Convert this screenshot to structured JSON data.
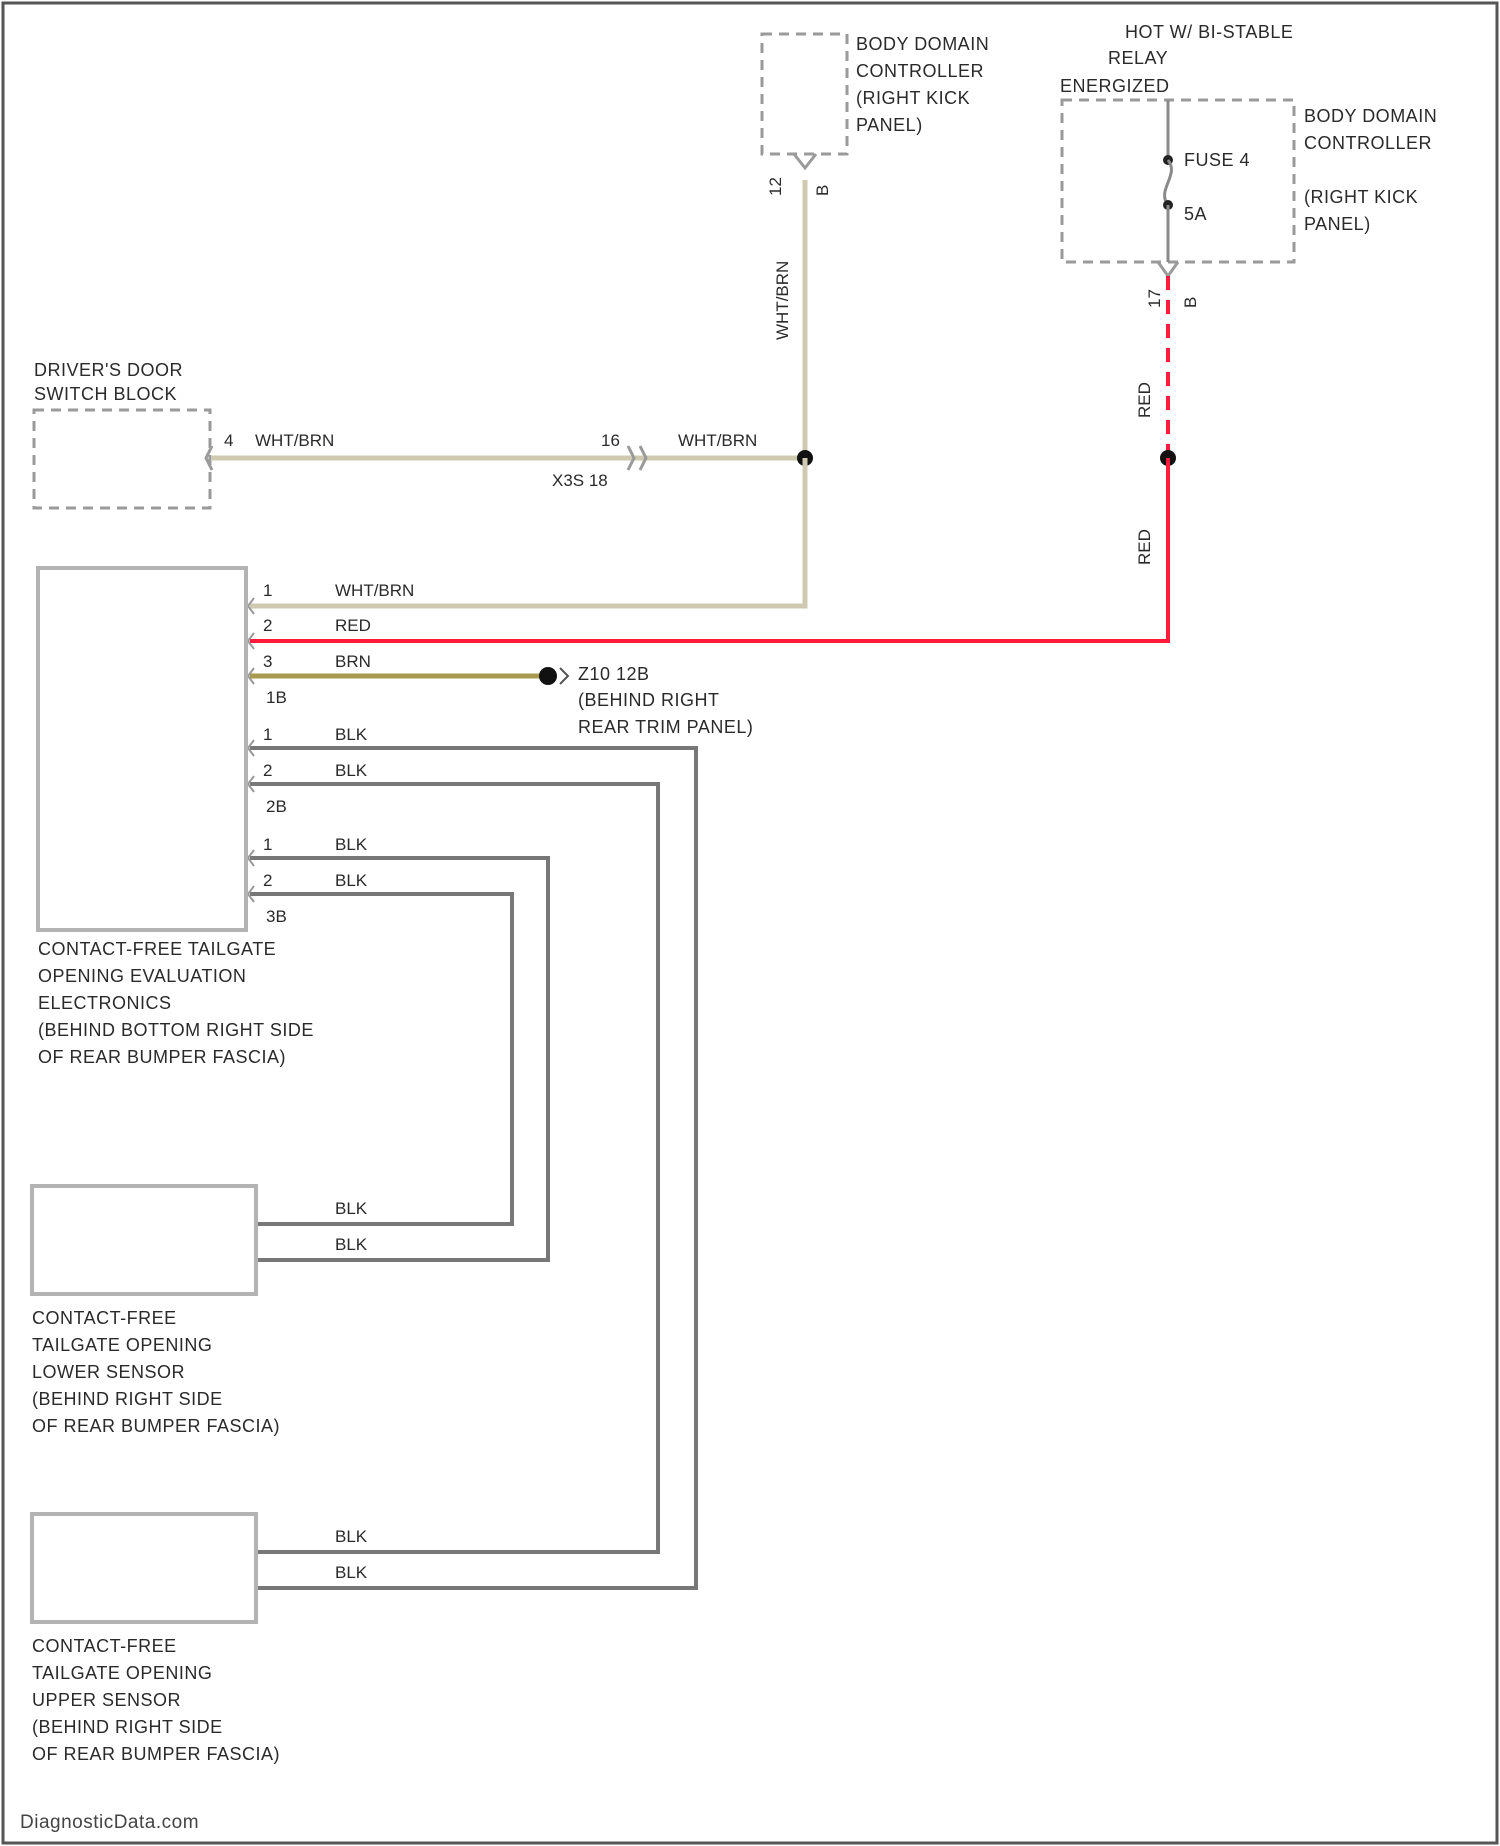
{
  "diagram": {
    "components": {
      "body_domain_top": [
        "BODY DOMAIN",
        "CONTROLLER",
        "(RIGHT KICK",
        "PANEL)"
      ],
      "hot_relay": [
        "HOT W/ BI-STABLE",
        "RELAY",
        "ENERGIZED"
      ],
      "body_domain_right": [
        "BODY DOMAIN",
        "CONTROLLER",
        "(RIGHT KICK",
        "PANEL)"
      ],
      "drivers_door": [
        "DRIVER'S DOOR",
        "SWITCH BLOCK"
      ],
      "evaluation_electronics": [
        "CONTACT-FREE TAILGATE",
        "OPENING EVALUATION",
        "ELECTRONICS",
        "(BEHIND BOTTOM RIGHT SIDE",
        "OF REAR BUMPER FASCIA)"
      ],
      "lower_sensor": [
        "CONTACT-FREE",
        "TAILGATE OPENING",
        "LOWER SENSOR",
        "(BEHIND RIGHT SIDE",
        "OF REAR BUMPER FASCIA)"
      ],
      "upper_sensor": [
        "CONTACT-FREE",
        "TAILGATE OPENING",
        "UPPER SENSOR",
        "(BEHIND RIGHT SIDE",
        "OF REAR BUMPER FASCIA)"
      ]
    },
    "fuse": {
      "name": "FUSE 4",
      "rating": "5A"
    },
    "connectors": {
      "bdc_top_pin": "12",
      "bdc_top_conn": "B",
      "bdc_right_pin": "17",
      "bdc_right_conn": "B",
      "door_pin": "4",
      "inline_pin": "16",
      "inline_conn": "X3S 18",
      "ground": [
        "Z10 12B",
        "(BEHIND RIGHT",
        "REAR TRIM PANEL)"
      ],
      "pin1": "1",
      "pin2": "2",
      "pin3": "3",
      "conn_1b": "1B",
      "conn_2b": "2B",
      "conn_3b": "3B"
    },
    "wires": {
      "wht_brn": "WHT/BRN",
      "red": "RED",
      "brn": "BRN",
      "blk": "BLK"
    },
    "colors": {
      "white_brown": "#cfc9b2",
      "red": "#ff1b3a",
      "brown": "#a89a4e",
      "black": "#777777"
    },
    "watermark": "DiagnosticData.com"
  }
}
